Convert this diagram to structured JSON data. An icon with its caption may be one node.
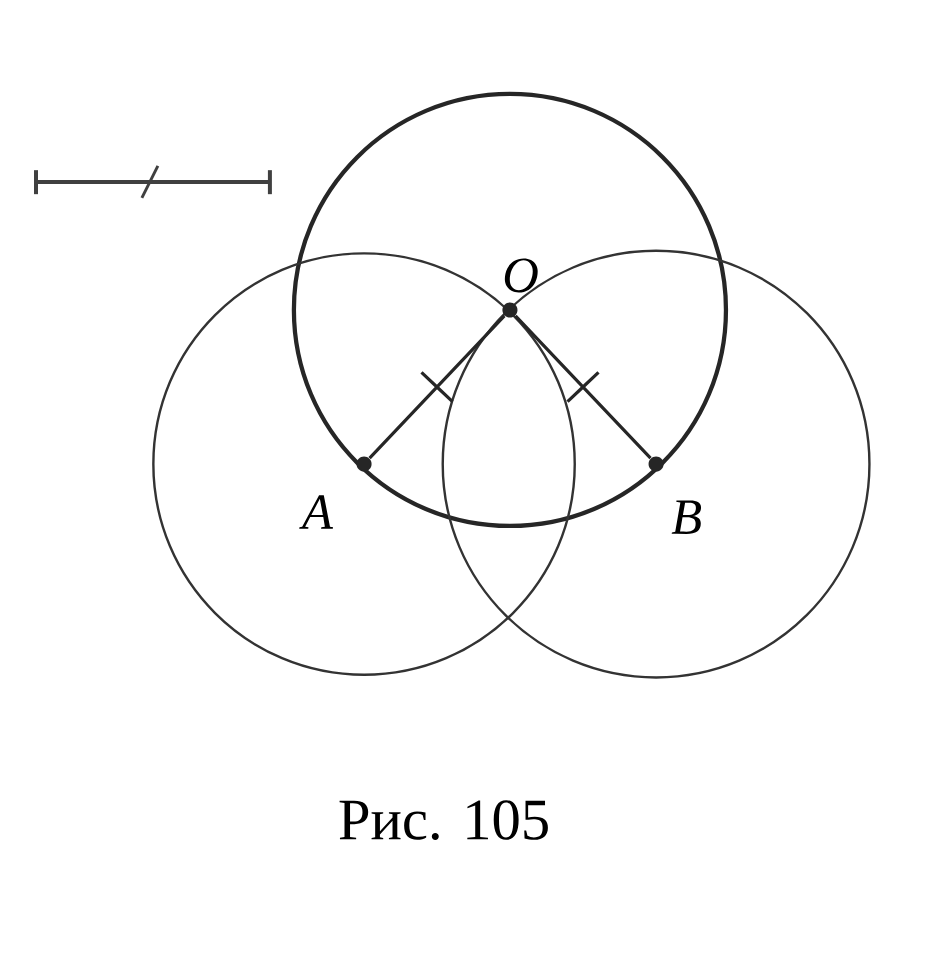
{
  "diagram": {
    "caption": "Рис. 105",
    "nodes": [
      {
        "text": [
          "O"
        ]
      },
      {
        "text": [
          "A"
        ]
      },
      {
        "text": [
          "B"
        ]
      }
    ],
    "edges": [
      {
        "from": 0,
        "to": 1,
        "arrow": "none"
      },
      {
        "from": 0,
        "to": 2,
        "arrow": "none"
      }
    ]
  }
}
